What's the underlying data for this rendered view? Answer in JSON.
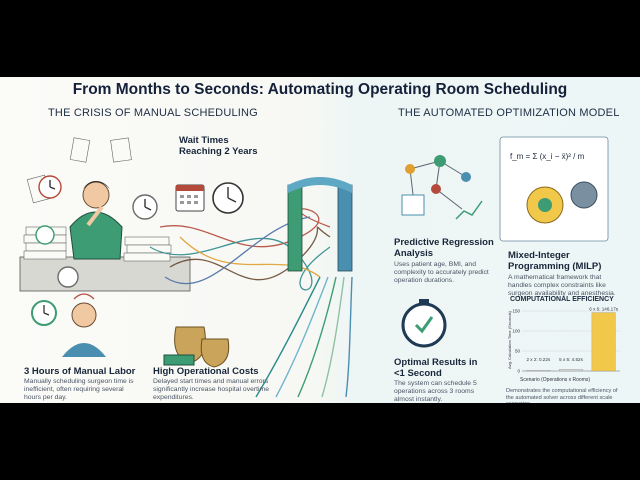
{
  "title": "From Months to Seconds: Automating Operating Room Scheduling",
  "left_section": {
    "heading": "THE CRISIS OF MANUAL SCHEDULING",
    "wait_times": "Wait Times Reaching 2 Years",
    "labor": {
      "heading": "3 Hours of Manual Labor",
      "text": "Manually scheduling surgeon time is inefficient, often requiring several hours per day."
    },
    "costs": {
      "heading": "High Operational Costs",
      "text": "Delayed start times and manual errors significantly increase hospital overtime expenditures."
    }
  },
  "right_section": {
    "heading": "THE AUTOMATED OPTIMIZATION MODEL",
    "regression": {
      "heading": "Predictive Regression Analysis",
      "text": "Uses patient age, BMI, and complexity to accurately predict operation durations."
    },
    "milp": {
      "heading": "Mixed-Integer Programming (MILP)",
      "text": "A mathematical framework that handles complex constraints like surgeon availability and anesthesia.",
      "formula": "f_m = Σ (x_i − x̄)² / m"
    },
    "optimal": {
      "heading": "Optimal Results in <1 Second",
      "text": "The system can schedule 5 operations across 3 rooms almost instantly."
    }
  },
  "efficiency": {
    "heading": "COMPUTATIONAL EFFICIENCY",
    "caption": "Demonstrates the computational efficiency of the automated solver across different scale scenarios."
  },
  "chart_data": {
    "type": "bar",
    "categories": [
      "2 x 2",
      "5 x 5",
      "6 x 6"
    ],
    "values": [
      0.22,
      4.52,
      146.17
    ],
    "data_labels": [
      "2 x 2: 0.22s",
      "5 x 5: 4.52s",
      "6 x 6: 146.17s"
    ],
    "xlabel": "Scenario (Operations x Rooms)",
    "ylabel": "Avg. Calculation Time (Seconds)",
    "yticks": [
      0,
      50,
      100,
      150
    ],
    "ylim": [
      0,
      160
    ],
    "bar_colors": [
      "#d9d9d9",
      "#d9d9d9",
      "#f2c84b"
    ],
    "grid": true
  },
  "colors": {
    "accent_green": "#3d9c73",
    "accent_yellow": "#f2c84b",
    "navy": "#15213a",
    "teal": "#2c8b8d"
  }
}
